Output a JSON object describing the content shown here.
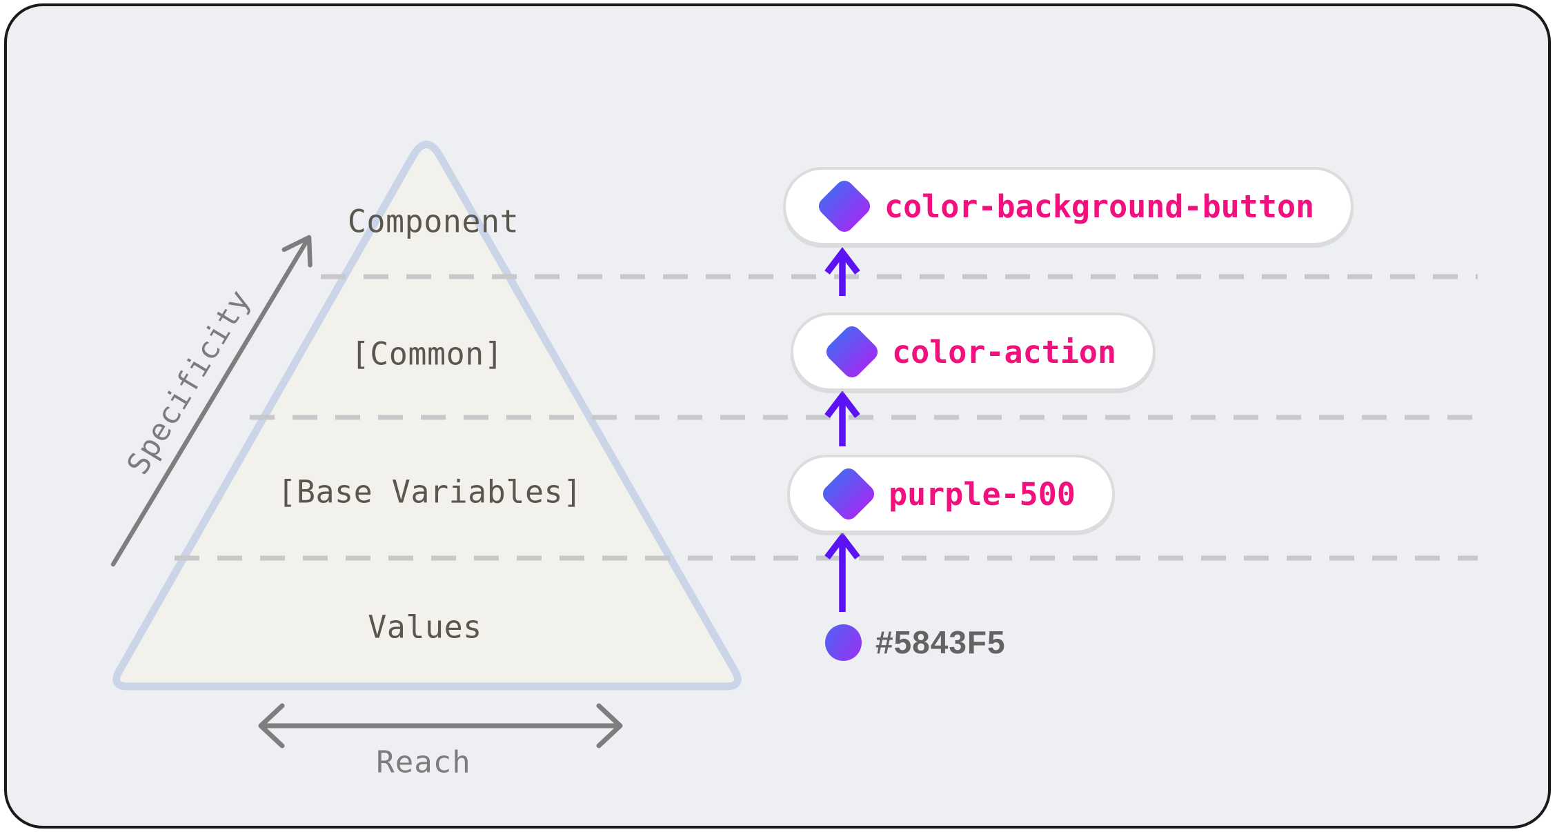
{
  "pyramid": {
    "levels": [
      {
        "id": "component",
        "label": "Component"
      },
      {
        "id": "common",
        "label": "[Common]"
      },
      {
        "id": "base-variables",
        "label": "[Base Variables]"
      },
      {
        "id": "values",
        "label": "Values"
      }
    ]
  },
  "axes": {
    "specificity_label": "Specificity",
    "reach_label": "Reach"
  },
  "tokens": [
    {
      "kind": "pill",
      "icon": "diamond-gradient-icon",
      "label": "color-background-button"
    },
    {
      "kind": "pill",
      "icon": "diamond-gradient-icon",
      "label": "color-action"
    },
    {
      "kind": "pill",
      "icon": "diamond-gradient-icon",
      "label": "purple-500"
    },
    {
      "kind": "raw-value",
      "icon": "circle-gradient-icon",
      "label": "#5843F5"
    }
  ],
  "colors": {
    "card_background": "#EDEFF2",
    "card_border": "#1A1A1A",
    "triangle_fill": "#F3F1EC",
    "triangle_stroke": "#CBD5E8",
    "dashed_line": "#C6C8CA",
    "level_label": "#5A5751",
    "axis_label": "#7C7C7C",
    "token_text_pink": "#F1107D",
    "arrow_purple": "#5B13F3",
    "gradient_blue": "#4D64F2",
    "gradient_purple": "#9C2FF2",
    "value_text": "#636363",
    "pill_background": "#FFFFFF",
    "pill_border": "#DCDCDD"
  }
}
